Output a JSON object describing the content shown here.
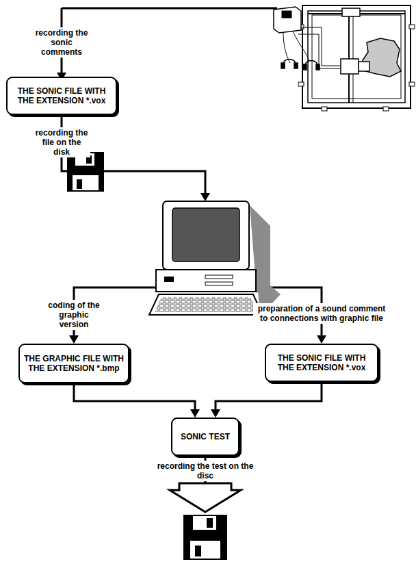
{
  "diagram": {
    "nodes": [
      {
        "text": [
          "THE SONIC FILE WITH THE EXTENSION *.vox"
        ]
      },
      {
        "text": [
          "THE GRAPHIC FILE WITH THE EXTENSION *.bmp"
        ]
      },
      {
        "text": [
          "THE SONIC FILE WITH THE EXTENSION *.vox"
        ]
      },
      {
        "text": [
          "SONIC TEST"
        ]
      }
    ],
    "edges": [
      {
        "from": 1,
        "to": 3,
        "arrow": "to"
      },
      {
        "from": 2,
        "to": 3,
        "arrow": "to"
      }
    ],
    "labels": [
      "recording the sonic comments",
      "recording the file on the disk",
      "coding of the graphic version",
      "preparation of a sound comment to connections with graphic file",
      "recording the test on the disc"
    ]
  }
}
